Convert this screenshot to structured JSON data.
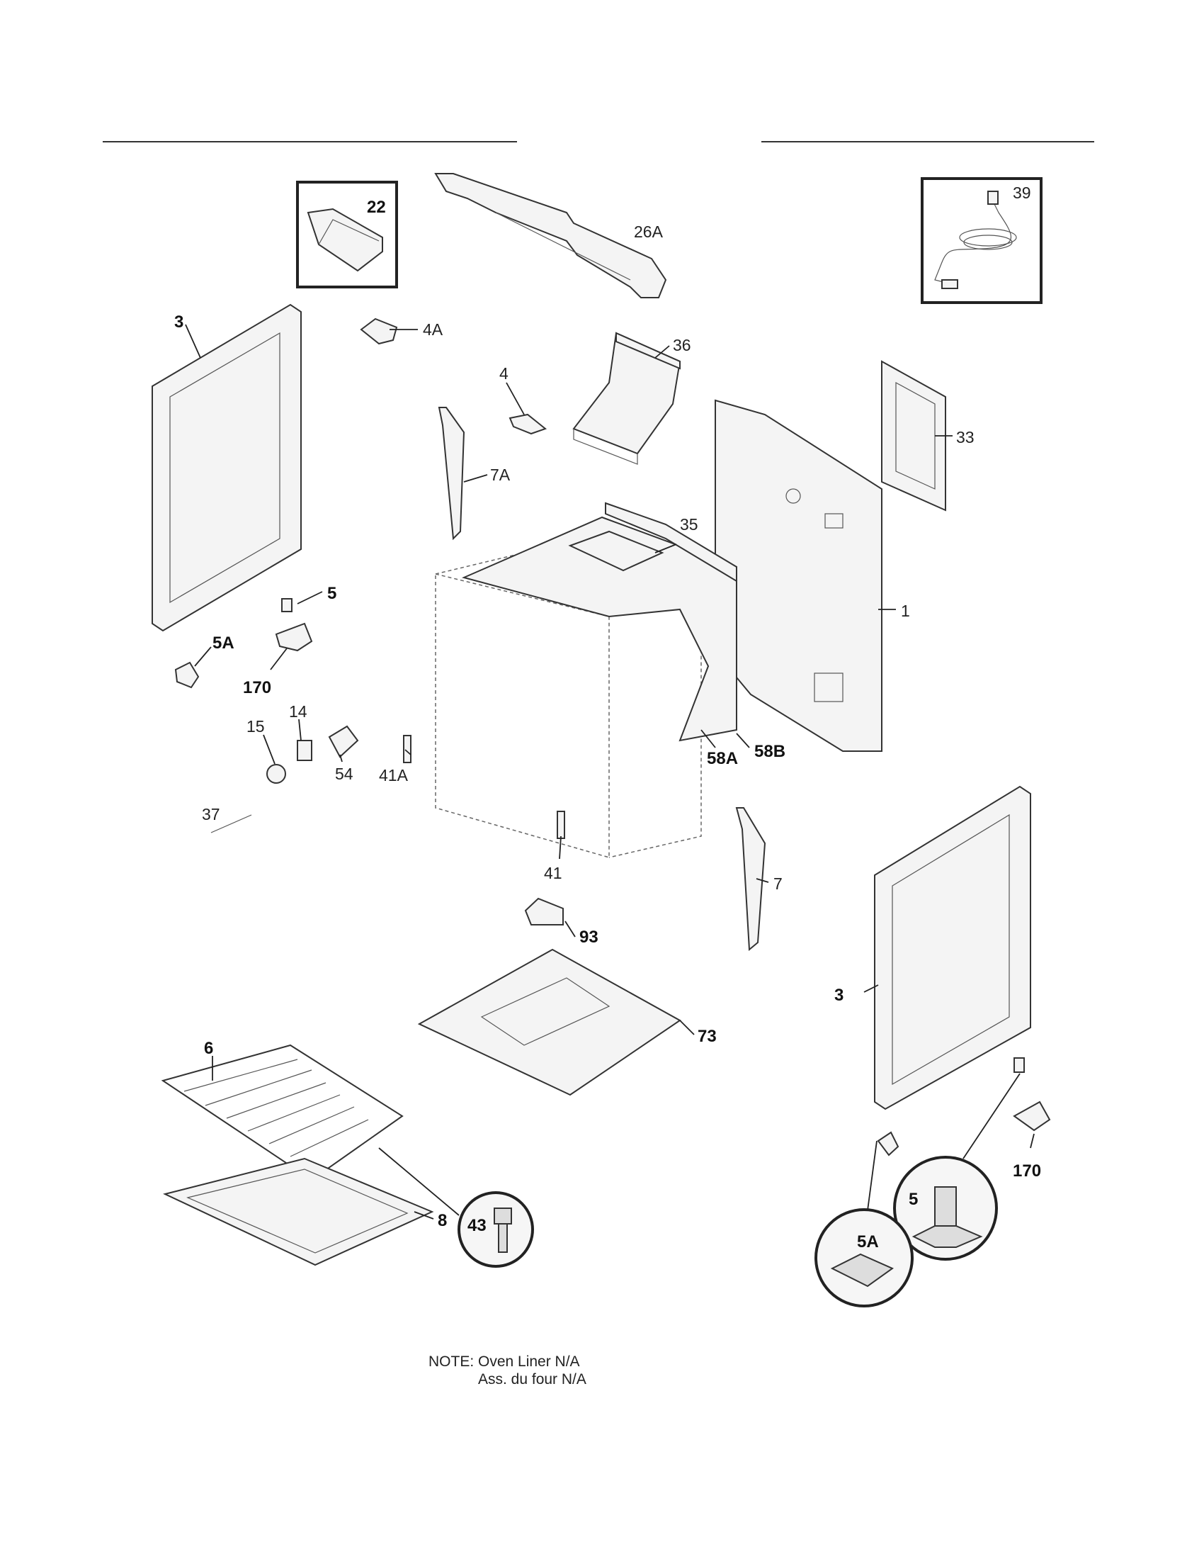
{
  "callouts": {
    "c1": "1",
    "c3_left": "3",
    "c3_right": "3",
    "c4": "4",
    "c4A": "4A",
    "c5_left": "5",
    "c5_right": "5",
    "c5A_left": "5A",
    "c5A_right": "5A",
    "c6": "6",
    "c7": "7",
    "c7A": "7A",
    "c8": "8",
    "c14": "14",
    "c15": "15",
    "c22": "22",
    "c26A": "26A",
    "c33": "33",
    "c35": "35",
    "c36": "36",
    "c37": "37",
    "c39": "39",
    "c41": "41",
    "c41A": "41A",
    "c43": "43",
    "c54": "54",
    "c58A": "58A",
    "c58B": "58B",
    "c73": "73",
    "c93": "93",
    "c170_left": "170",
    "c170_right": "170"
  },
  "note": {
    "line1": "NOTE: Oven Liner N/A",
    "line2": "Ass. du four N/A"
  }
}
